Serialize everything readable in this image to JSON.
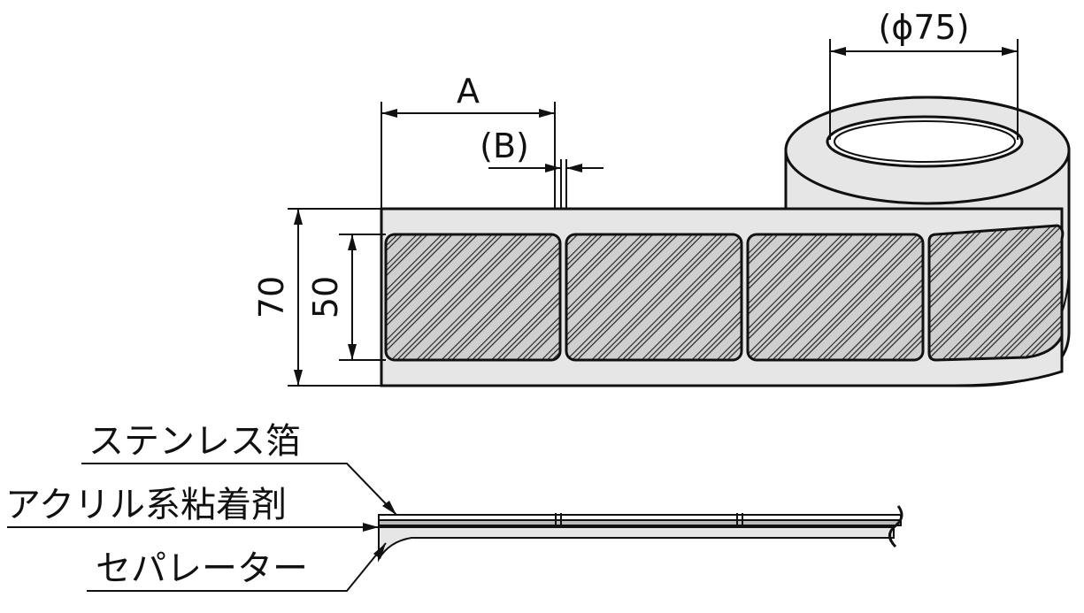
{
  "dimensions": {
    "label_a": "A",
    "label_b": "(B)",
    "core_diameter": "(ϕ75)",
    "tape_width": "70",
    "label_width": "50"
  },
  "layers": {
    "foil": "ステンレス箔",
    "adhesive": "アクリル系粘着剤",
    "separator": "セパレーター"
  },
  "colors": {
    "line": "#111111",
    "tape_fill": "#e6e6e6",
    "label_fill": "#cfcfcf"
  }
}
